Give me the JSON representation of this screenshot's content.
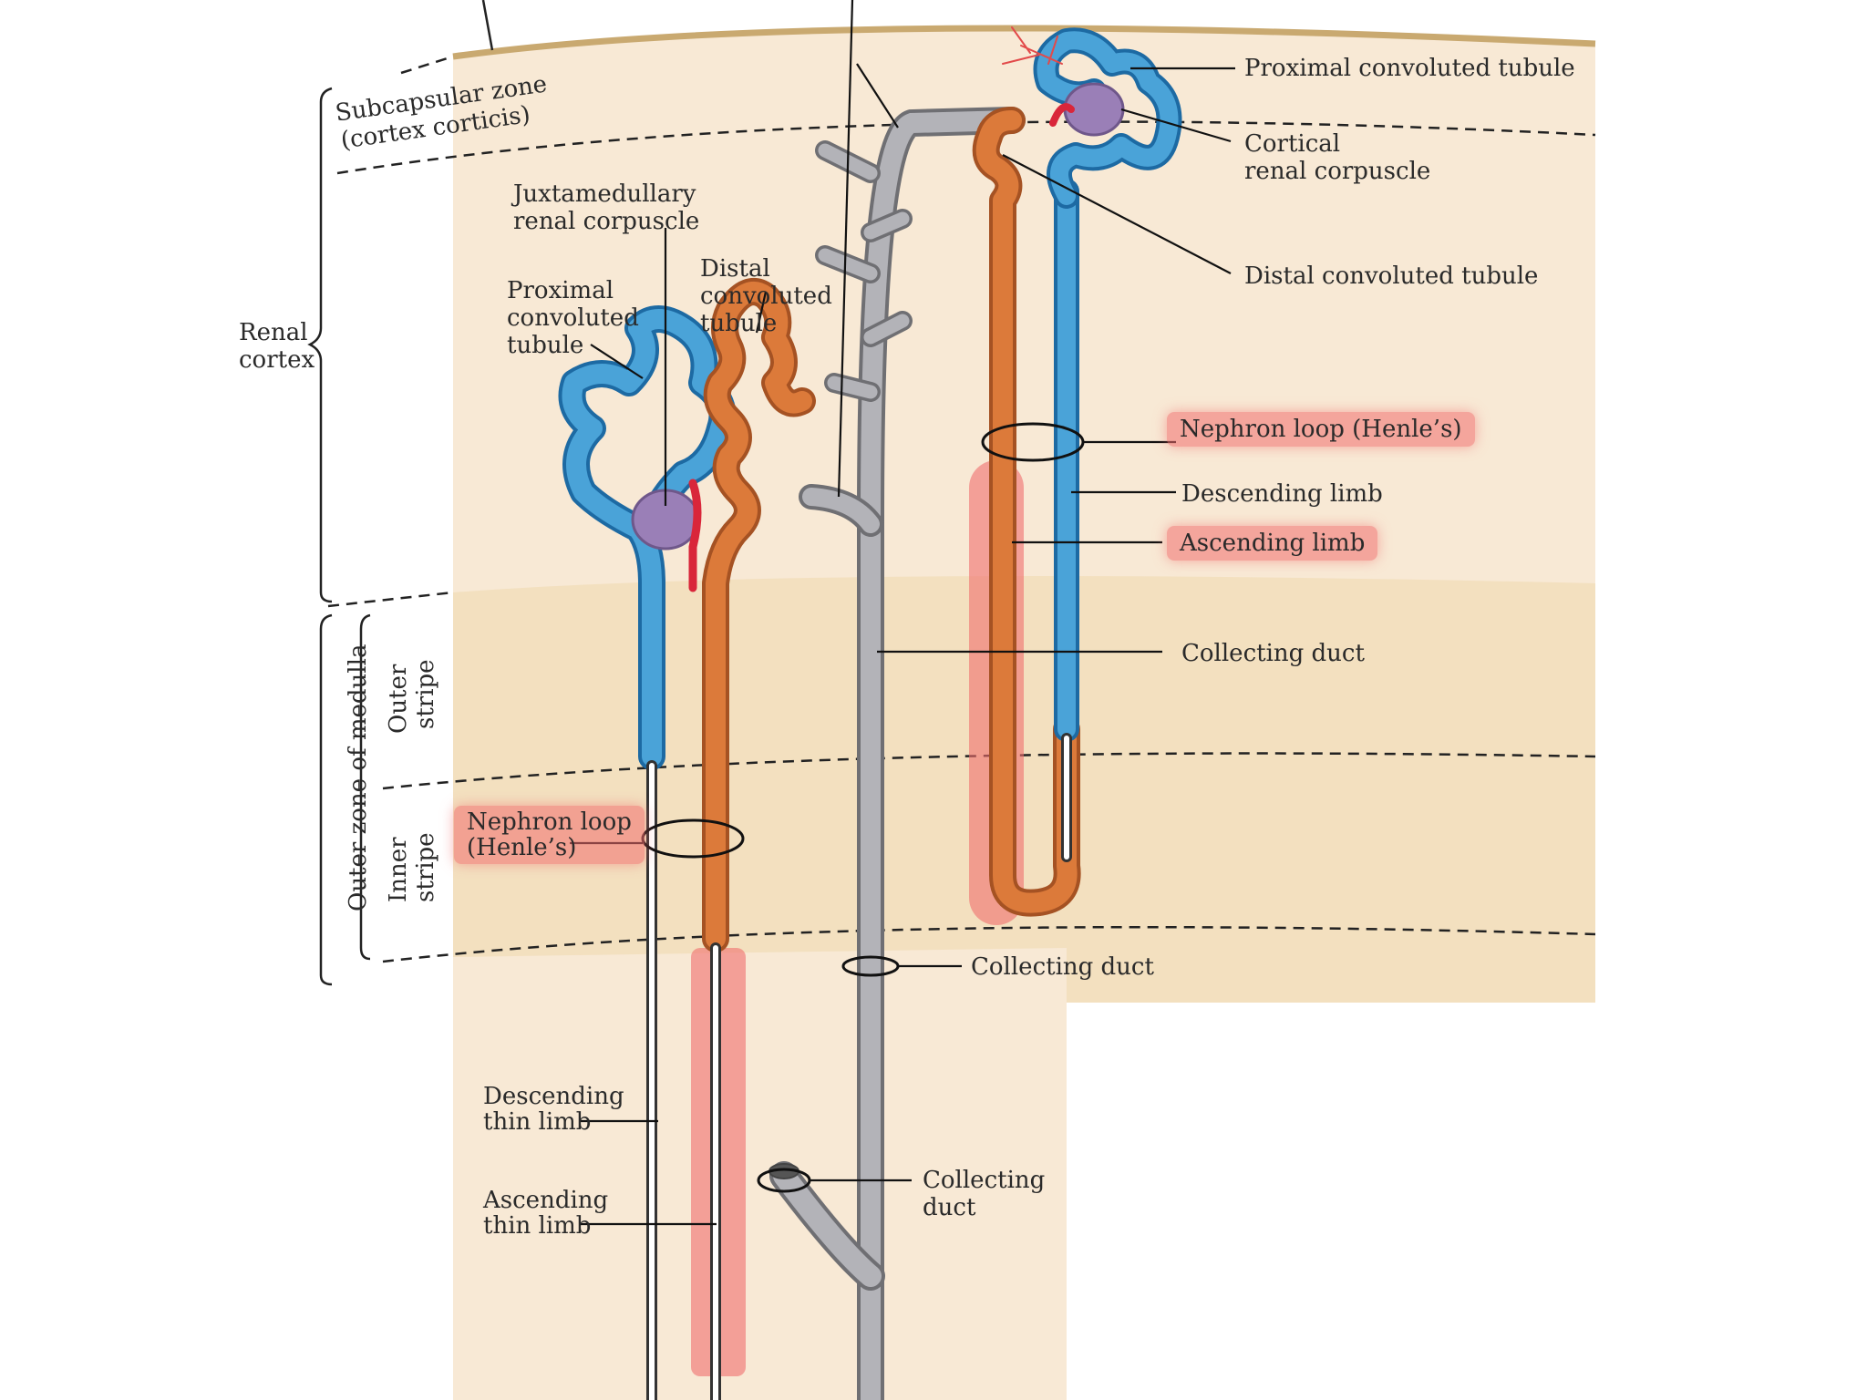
{
  "labels": {
    "subcapsular_zone": "Subcapsular zone",
    "cortex_corticis": "(cortex corticis)",
    "renal_cortex_1": "Renal",
    "renal_cortex_2": "cortex",
    "outer_zone_medulla": "Outer zone of medulla",
    "outer_stripe_1": "Outer",
    "outer_stripe_2": "stripe",
    "inner_stripe_1": "Inner",
    "inner_stripe_2": "stripe",
    "juxtamedullary_1": "Juxtamedullary",
    "juxtamedullary_2": "renal corpuscle",
    "pct_left_1": "Proximal",
    "pct_left_2": "convoluted",
    "pct_left_3": "tubule",
    "dct_left_1": "Distal",
    "dct_left_2": "convoluted",
    "dct_left_3": "tubule",
    "pct_right": "Proximal convoluted tubule",
    "cortical_corpuscle_1": "Cortical",
    "cortical_corpuscle_2": "renal corpuscle",
    "dct_right": "Distal convoluted tubule",
    "nephron_loop_right": "Nephron loop (Henle’s)",
    "descending_limb": "Descending limb",
    "ascending_limb": "Ascending limb",
    "collecting_duct_1": "Collecting duct",
    "nephron_loop_left_1": "Nephron loop",
    "nephron_loop_left_2": "(Henle’s)",
    "collecting_duct_2": "Collecting duct",
    "descending_thin_1": "Descending",
    "descending_thin_2": "thin limb",
    "ascending_thin_1": "Ascending",
    "ascending_thin_2": "thin limb",
    "collecting_duct_3a": "Collecting",
    "collecting_duct_3b": "duct"
  },
  "colors": {
    "cortex": "#f7e8d3",
    "medulla_outer": "#f0dcb6",
    "proximal_tubule": "#4aa3d8",
    "distal_tubule": "#d8773a",
    "collecting_duct": "#a9a9ad",
    "highlight": "#f06e6e",
    "corpuscle": "#9a7fb7",
    "arteriole": "#d9263a"
  }
}
